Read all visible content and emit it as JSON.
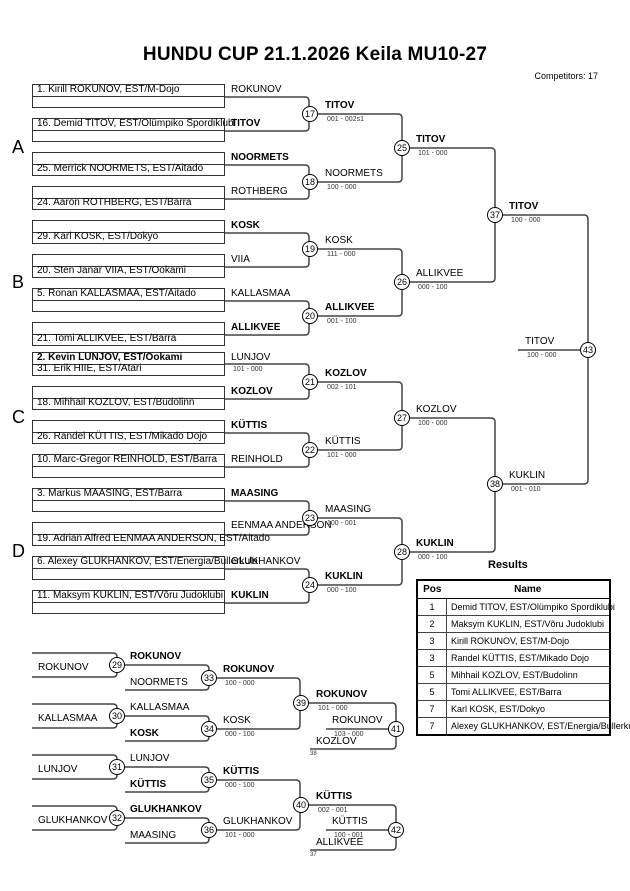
{
  "header": {
    "title": "HUNDU CUP  21.1.2026  Keila   MU10-27",
    "competitors": "Competitors: 17"
  },
  "pools": [
    "A",
    "B",
    "C",
    "D"
  ],
  "entries": [
    {
      "top_row": "1. Kirill ROKUNOV, EST/M-Dojo",
      "bottom_row": "",
      "bold": false
    },
    {
      "top_row": "16. Demid TITOV, EST/Olümpiko Spordiklubi",
      "bottom_row": "",
      "bold": false
    },
    {
      "top_row": "",
      "bottom_row": "25. Merrick NOORMETS, EST/Aitado",
      "bold": false
    },
    {
      "top_row": "",
      "bottom_row": "24. Aaron ROTHBERG, EST/Barra",
      "bold": false
    },
    {
      "top_row": "",
      "bottom_row": "29. Karl KOSK, EST/Dokyo",
      "bold": false
    },
    {
      "top_row": "",
      "bottom_row": "20. Sten Janar VIIA, EST/Ookami",
      "bold": false
    },
    {
      "top_row": "5. Ronan KALLASMAA, EST/Aitado",
      "bottom_row": "",
      "bold": false
    },
    {
      "top_row": "",
      "bottom_row": "21. Tomi ALLIKVEE, EST/Barra",
      "bold": false
    },
    {
      "top_row": "2. Kevin LUNJOV, EST/Ookami",
      "bottom_row": "31. Erik HIIE, EST/Atari",
      "bold": true
    },
    {
      "top_row": "",
      "bottom_row": "18. Mihhail KOZLOV, EST/Budolinn",
      "bold": false
    },
    {
      "top_row": "",
      "bottom_row": "26. Randel KÜTTIS, EST/Mikado Dojo",
      "bold": false
    },
    {
      "top_row": "10. Marc-Gregor REINHOLD, EST/Barra",
      "bottom_row": "",
      "bold": false
    },
    {
      "top_row": "3. Markus MAASING, EST/Barra",
      "bottom_row": "",
      "bold": false
    },
    {
      "top_row": "",
      "bottom_row": "19. Adrian Alfred EENMAA ANDERSON, EST/Aitado",
      "bold": false
    },
    {
      "top_row": "6. Alexey GLUKHANKOV, EST/Energia/Bullerkula",
      "bottom_row": "",
      "bold": false
    },
    {
      "top_row": "11. Maksym KUKLIN, EST/Võru Judoklubi",
      "bottom_row": "",
      "bold": false
    }
  ],
  "round1": [
    {
      "name": "ROKUNOV",
      "bold": false
    },
    {
      "name": "TITOV",
      "bold": true
    },
    {
      "name": "NOORMETS",
      "bold": true
    },
    {
      "name": "ROTHBERG",
      "bold": false
    },
    {
      "name": "KOSK",
      "bold": true
    },
    {
      "name": "VIIA",
      "bold": false
    },
    {
      "name": "KALLASMAA",
      "bold": false
    },
    {
      "name": "ALLIKVEE",
      "bold": true
    },
    {
      "name": "LUNJOV",
      "bold": false,
      "score": "101 - 000"
    },
    {
      "name": "KOZLOV",
      "bold": true
    },
    {
      "name": "KÜTTIS",
      "bold": true
    },
    {
      "name": "REINHOLD",
      "bold": false
    },
    {
      "name": "MAASING",
      "bold": true
    },
    {
      "name": "EENMAA ANDERSON",
      "bold": false
    },
    {
      "name": "GLUKHANKOV",
      "bold": false
    },
    {
      "name": "KUKLIN",
      "bold": true
    }
  ],
  "round2": [
    {
      "match": "17",
      "name": "TITOV",
      "score": "001 - 002s1",
      "bold": true
    },
    {
      "match": "18",
      "name": "NOORMETS",
      "score": "100 - 000",
      "bold": false
    },
    {
      "match": "19",
      "name": "KOSK",
      "score": "111 - 000",
      "bold": false
    },
    {
      "match": "20",
      "name": "ALLIKVEE",
      "score": "001 - 100",
      "bold": true
    },
    {
      "match": "21",
      "name": "KOZLOV",
      "score": "002 - 101",
      "bold": true
    },
    {
      "match": "22",
      "name": "KÜTTIS",
      "score": "101 - 000",
      "bold": false
    },
    {
      "match": "23",
      "name": "MAASING",
      "score": "100 - 001",
      "bold": false
    },
    {
      "match": "24",
      "name": "KUKLIN",
      "score": "000 - 100",
      "bold": true
    }
  ],
  "round3": [
    {
      "match": "25",
      "name": "TITOV",
      "score": "101 - 000",
      "bold": true
    },
    {
      "match": "26",
      "name": "ALLIKVEE",
      "score": "000 - 100",
      "bold": false
    },
    {
      "match": "27",
      "name": "KOZLOV",
      "score": "100 - 000",
      "bold": false
    },
    {
      "match": "28",
      "name": "KUKLIN",
      "score": "000 - 100",
      "bold": true
    }
  ],
  "round4": [
    {
      "match": "37",
      "name": "TITOV",
      "score": "100 - 000",
      "bold": true
    },
    {
      "match": "38",
      "name": "KUKLIN",
      "score": "001 - 010",
      "bold": false
    }
  ],
  "final": {
    "match": "43",
    "name": "TITOV",
    "score": "100 - 000"
  },
  "repechage": {
    "r1": [
      {
        "match": "29",
        "left": "ROKUNOV",
        "top": "ROKUNOV",
        "top_bold": true,
        "bottom": "NOORMETS",
        "bottom_bold": false
      },
      {
        "match": "30",
        "left": "KALLASMAA",
        "top": "KALLASMAA",
        "top_bold": false,
        "bottom": "KOSK",
        "bottom_bold": true
      },
      {
        "match": "31",
        "left": "LUNJOV",
        "top": "LUNJOV",
        "top_bold": false,
        "bottom": "KÜTTIS",
        "bottom_bold": true
      },
      {
        "match": "32",
        "left": "GLUKHANKOV",
        "top": "GLUKHANKOV",
        "top_bold": true,
        "bottom": "MAASING",
        "bottom_bold": false
      }
    ],
    "r2": [
      {
        "match": "33",
        "name": "ROKUNOV",
        "score": "100 - 000",
        "bold": true
      },
      {
        "match": "34",
        "name": "KOSK",
        "score": "000 - 100",
        "bold": false
      },
      {
        "match": "35",
        "name": "KÜTTIS",
        "score": "000 - 100",
        "bold": true
      },
      {
        "match": "36",
        "name": "GLUKHANKOV",
        "score": "101 - 000",
        "bold": false
      }
    ],
    "r3": [
      {
        "match": "39",
        "name": "ROKUNOV",
        "score": "101 - 000",
        "bold": true
      },
      {
        "match": "40",
        "name": "KÜTTIS",
        "score": "002 - 001",
        "bold": true
      }
    ],
    "bronze": [
      {
        "match": "41",
        "winner": "ROKUNOV",
        "score": "103 - 000",
        "opponent": "KOZLOV",
        "opponent_ref": "38"
      },
      {
        "match": "42",
        "winner": "KÜTTIS",
        "score": "100 - 001",
        "opponent": "ALLIKVEE",
        "opponent_ref": "37"
      }
    ]
  },
  "results": {
    "title": "Results",
    "headers": {
      "pos": "Pos",
      "name": "Name"
    },
    "rows": [
      {
        "pos": "1",
        "name": "Demid TITOV, EST/Olümpiko Spordiklubi"
      },
      {
        "pos": "2",
        "name": "Maksym KUKLIN, EST/Võru Judoklubi"
      },
      {
        "pos": "3",
        "name": "Kirill ROKUNOV, EST/M-Dojo"
      },
      {
        "pos": "3",
        "name": "Randel KÜTTIS, EST/Mikado Dojo"
      },
      {
        "pos": "5",
        "name": "Mihhail KOZLOV, EST/Budolinn"
      },
      {
        "pos": "5",
        "name": "Tomi ALLIKVEE, EST/Barra"
      },
      {
        "pos": "7",
        "name": "Karl KOSK, EST/Dokyo"
      },
      {
        "pos": "7",
        "name": "Alexey GLUKHANKOV, EST/Energia/Bullerkula"
      }
    ]
  }
}
